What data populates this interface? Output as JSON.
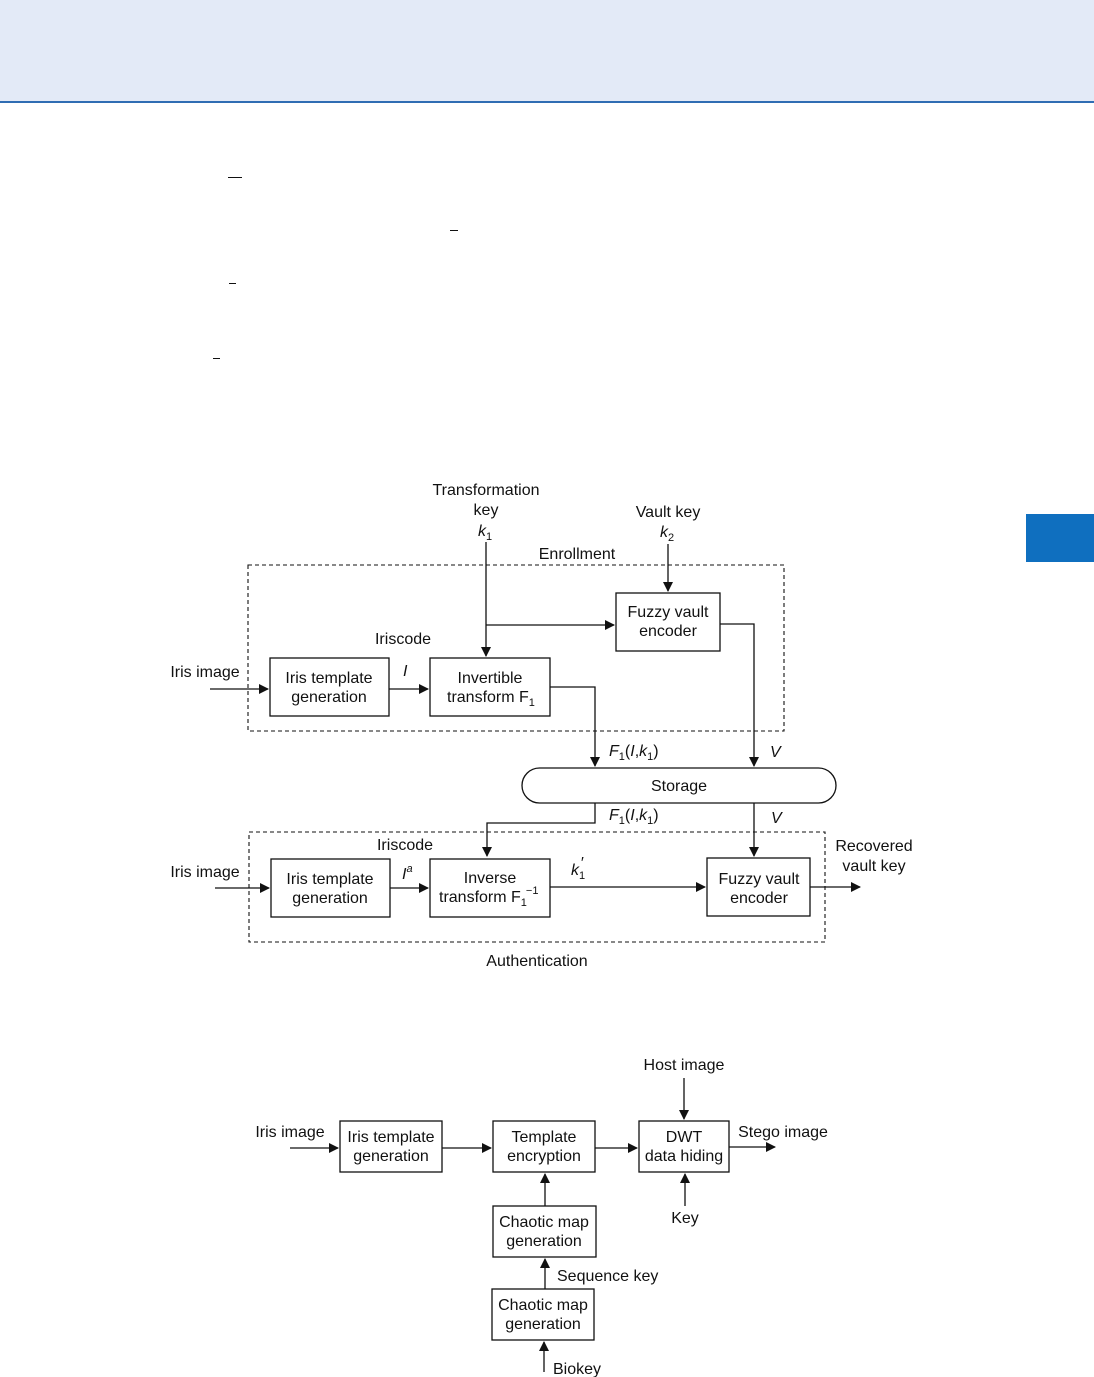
{
  "page": {
    "colors": {
      "header_band": "#e3eaf7",
      "header_rule": "#2f6db3",
      "side_tab": "#0f6fbf"
    }
  },
  "figure1": {
    "transformation_key": "Transformation",
    "transformation_key2": "key",
    "k1": "k",
    "k1_sub": "1",
    "vault_key": "Vault key",
    "k2": "k",
    "k2_sub": "2",
    "enrollment": "Enrollment",
    "iriscode_top": "Iriscode",
    "iris_image_top": "Iris image",
    "iris_template_gen_1": "Iris template",
    "iris_template_gen_2": "generation",
    "I": "I",
    "invertible_1": "Invertible",
    "invertible_2": "transform F",
    "invertible_sub": "1",
    "fuzzy_enc_1": "Fuzzy vault",
    "fuzzy_enc_2": "encoder",
    "F1_label": "F",
    "F1_sub": "1",
    "F1_args_open": "(",
    "F1_I": "I",
    "F1_comma": ",",
    "F1_k": "k",
    "F1_k_sub": "1",
    "F1_close": ")",
    "V": "V",
    "storage": "Storage",
    "iriscode_bottom": "Iriscode",
    "iris_image_bottom": "Iris image",
    "Ia": "I",
    "Ia_sup": "a",
    "inverse_1": "Inverse",
    "inverse_2": "transform F",
    "inverse_sub": "1",
    "inverse_sup": "−1",
    "k1prime": "k",
    "k1prime_sub": "1",
    "k1prime_mark": "′",
    "fuzzy_dec_1": "Fuzzy vault",
    "fuzzy_dec_2": "encoder",
    "recovered_1": "Recovered",
    "recovered_2": "vault key",
    "authentication": "Authentication"
  },
  "figure2": {
    "iris_image": "Iris image",
    "iris_template_1": "Iris template",
    "iris_template_2": "generation",
    "template_enc_1": "Template",
    "template_enc_2": "encryption",
    "host_image": "Host image",
    "dwt_1": "DWT",
    "dwt_2": "data hiding",
    "stego_image": "Stego image",
    "key": "Key",
    "chaotic_a_1": "Chaotic map",
    "chaotic_a_2": "generation",
    "sequence_key": "Sequence key",
    "chaotic_b_1": "Chaotic map",
    "chaotic_b_2": "generation",
    "biokey": "Biokey"
  }
}
